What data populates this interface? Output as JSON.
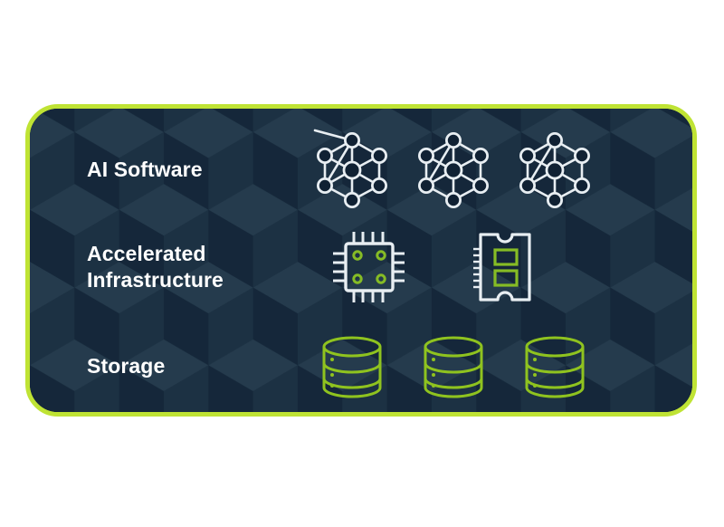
{
  "card": {
    "border_color": "#bfe334",
    "background_color": "#102133",
    "pattern_name": "isometric-hexagon-cube-pattern",
    "pattern_colors": {
      "base": "#102133",
      "facet_light": "#2b4355",
      "facet_mid": "#203648",
      "facet_dark": "#16293c"
    }
  },
  "colors": {
    "label_text": "#ffffff",
    "icon_white": "#e8eef2",
    "icon_green": "#86bc25",
    "storage_green": "#8fc31f"
  },
  "rows": [
    {
      "id": "ai-software",
      "label": "AI Software",
      "icon_name": "neural-network-icon",
      "icon_color": "#e8eef2",
      "icon_count": 3
    },
    {
      "id": "accelerated-infrastructure",
      "label": "Accelerated\nInfrastructure",
      "icons": [
        {
          "icon_name": "cpu-chip-icon",
          "outline_color": "#e8eef2",
          "accent_color": "#86bc25"
        },
        {
          "icon_name": "memory-module-icon",
          "outline_color": "#e8eef2",
          "accent_color": "#86bc25"
        }
      ]
    },
    {
      "id": "storage",
      "label": "Storage",
      "icon_name": "database-stack-icon",
      "icon_color": "#8fc31f",
      "icon_count": 3
    }
  ]
}
